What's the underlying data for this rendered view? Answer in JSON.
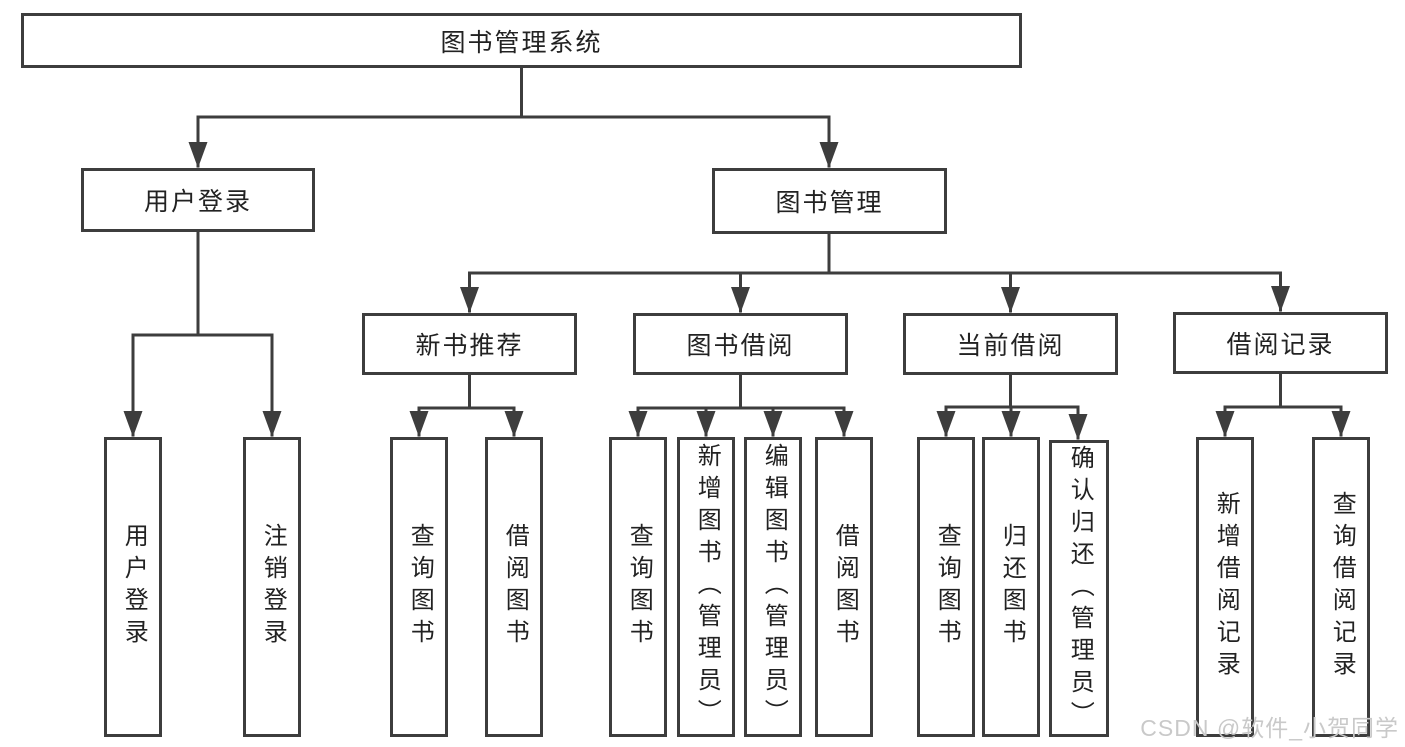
{
  "nodes": {
    "root": {
      "label": "图书管理系统"
    },
    "user_login": {
      "label": "用户登录"
    },
    "book_mgmt": {
      "label": "图书管理"
    },
    "new_book_rec": {
      "label": "新书推荐"
    },
    "book_borrow": {
      "label": "图书借阅"
    },
    "current_borrow": {
      "label": "当前借阅"
    },
    "borrow_record": {
      "label": "借阅记录"
    },
    "leaf_user_login": {
      "label": "用户登录"
    },
    "leaf_logout_login": {
      "label": "注销登录"
    },
    "leaf_query_book_rec": {
      "label": "查询图书"
    },
    "leaf_borrow_book_rec": {
      "label": "借阅图书"
    },
    "leaf_query_book_borrow": {
      "label": "查询图书"
    },
    "leaf_add_book_admin": {
      "label": "新增图书（管理员）"
    },
    "leaf_edit_book_admin": {
      "label": "编辑图书（管理员）"
    },
    "leaf_borrow_book_borrow": {
      "label": "借阅图书"
    },
    "leaf_query_book_current": {
      "label": "查询图书"
    },
    "leaf_return_book": {
      "label": "归还图书"
    },
    "leaf_confirm_return_admin": {
      "label": "确认归还（管理员）"
    },
    "leaf_add_borrow_record": {
      "label": "新增借阅记录"
    },
    "leaf_query_borrow_record": {
      "label": "查询借阅记录"
    }
  },
  "watermark": {
    "text": "CSDN @软件_小贺同学"
  },
  "colors": {
    "line": "#3d3d3d",
    "text": "#222222",
    "background": "#ffffff",
    "watermark": "#c9c9c9"
  }
}
